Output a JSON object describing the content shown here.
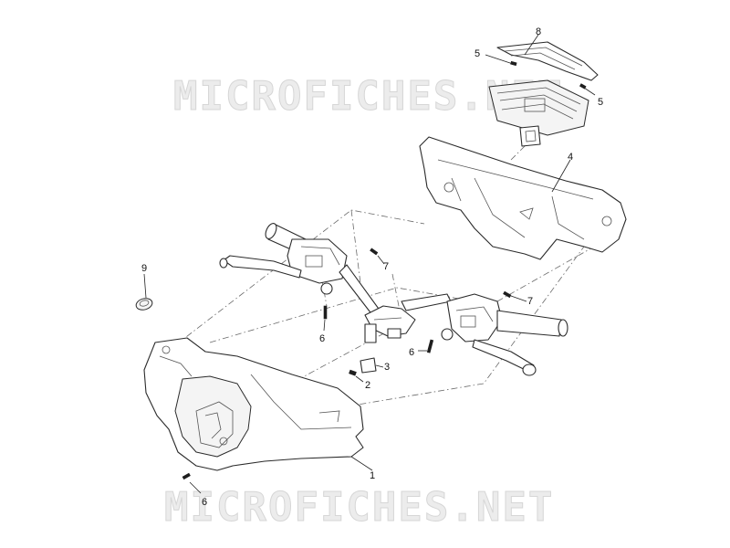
{
  "watermark": {
    "top_text": "MICROFICHES.NET",
    "bottom_text": "MICROFICHES.NET"
  },
  "callouts": {
    "c1": "1",
    "c2": "2",
    "c3": "3",
    "c4": "4",
    "c5a": "5",
    "c5b": "5",
    "c6a": "6",
    "c6b": "6",
    "c6c": "6",
    "c7a": "7",
    "c7b": "7",
    "c8": "8",
    "c9": "9"
  },
  "colors": {
    "line": "#2b2b2b",
    "watermark": "#d6d6d6"
  }
}
